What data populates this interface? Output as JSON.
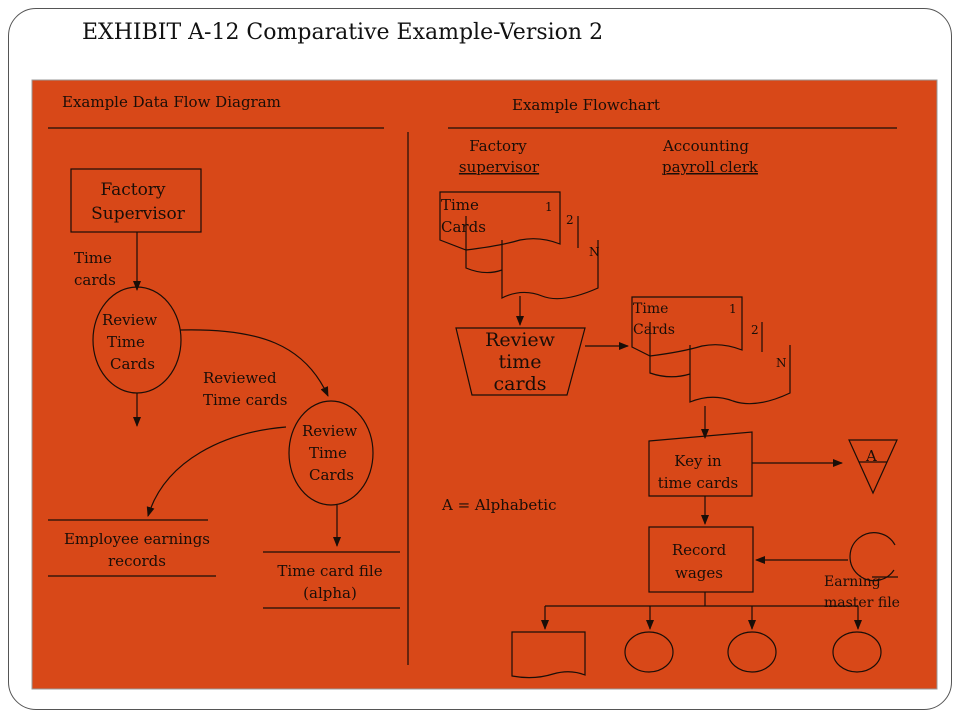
{
  "title": "EXHIBIT A-12 Comparative Example-Version 2",
  "colors": {
    "panel": "#D84818",
    "ink": "#1a0e08"
  },
  "dfd": {
    "heading": "Example Data Flow Diagram",
    "factory_supervisor": [
      "Factory",
      "Supervisor"
    ],
    "flow_time_cards": [
      "Time",
      "cards"
    ],
    "process1": [
      "Review",
      "Time",
      "Cards"
    ],
    "flow_reviewed": [
      "Reviewed",
      "Time cards"
    ],
    "process2": [
      "Review",
      "Time",
      "Cards"
    ],
    "employee_store": [
      "Employee earnings",
      "records"
    ],
    "timecard_store": [
      "Time card file",
      "(alpha)"
    ]
  },
  "flowchart": {
    "heading": "Example Flowchart",
    "col_factory": [
      "Factory",
      "supervisor"
    ],
    "col_accounting": [
      "Accounting",
      "payroll clerk"
    ],
    "doc1_label": [
      "Time",
      "Cards"
    ],
    "doc1_nums": [
      "1",
      "2",
      "N"
    ],
    "manual_op": [
      "Review",
      "time",
      "cards"
    ],
    "doc2_label": [
      "Time",
      "Cards"
    ],
    "doc2_nums": [
      "1",
      "2",
      "N"
    ],
    "key_in": [
      "Key in",
      "time cards"
    ],
    "offline_label": "A",
    "legend": "A = Alphabetic",
    "record_wages": [
      "Record",
      "wages"
    ],
    "master_file": [
      "Earning",
      "master file"
    ]
  }
}
